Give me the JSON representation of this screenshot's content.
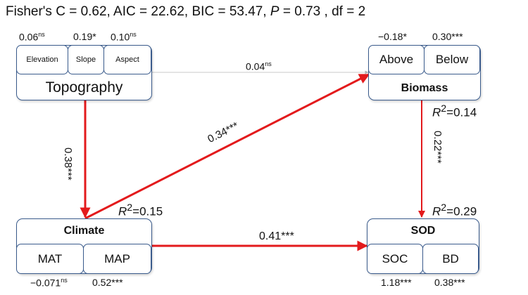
{
  "fit": {
    "prefix": "Fisher's C = 0.62, AIC = 22.62, BIC = 53.47, ",
    "p_label": "P",
    "suffix": " = 0.73 , df = 2"
  },
  "nodes": {
    "topography": {
      "label": "Topography",
      "items": [
        {
          "label": "Elevation",
          "coef": "0.06",
          "sig": "ns"
        },
        {
          "label": "Slope",
          "coef": "0.19",
          "sig": "*"
        },
        {
          "label": "Aspect",
          "coef": "0.10",
          "sig": "ns"
        }
      ]
    },
    "biomass": {
      "label": "Biomass",
      "r2": "=0.14",
      "items": [
        {
          "label": "Above",
          "coef": "−0.18",
          "sig": "*"
        },
        {
          "label": "Below",
          "coef": "0.30",
          "sig": "***"
        }
      ]
    },
    "climate": {
      "label": "Climate",
      "r2": "=0.15",
      "items": [
        {
          "label": "MAT",
          "coef": "−0.071",
          "sig": "ns"
        },
        {
          "label": "MAP",
          "coef": "0.52",
          "sig": "***"
        }
      ]
    },
    "sod": {
      "label": "SOD",
      "r2": "=0.29",
      "items": [
        {
          "label": "SOC",
          "coef": "1.18",
          "sig": "***"
        },
        {
          "label": "BD",
          "coef": "0.38",
          "sig": "***"
        }
      ]
    }
  },
  "r2_symbol": "R",
  "r2_power": "2",
  "paths": [
    {
      "from": "topography",
      "to": "biomass",
      "coef": "0.04",
      "sig": "ns",
      "color": "#c8c8c8"
    },
    {
      "from": "topography",
      "to": "climate",
      "coef": "0.38",
      "sig": "***",
      "color": "#e31a1c"
    },
    {
      "from": "climate",
      "to": "biomass",
      "coef": "0.34",
      "sig": "***",
      "color": "#e31a1c"
    },
    {
      "from": "biomass",
      "to": "sod",
      "coef": "0.22",
      "sig": "***",
      "color": "#e31a1c"
    },
    {
      "from": "climate",
      "to": "sod",
      "coef": "0.41",
      "sig": "***",
      "color": "#e31a1c"
    }
  ],
  "colors": {
    "box_border": "#3a5b8c",
    "significant_path": "#e31a1c",
    "ns_path": "#c8c8c8"
  }
}
